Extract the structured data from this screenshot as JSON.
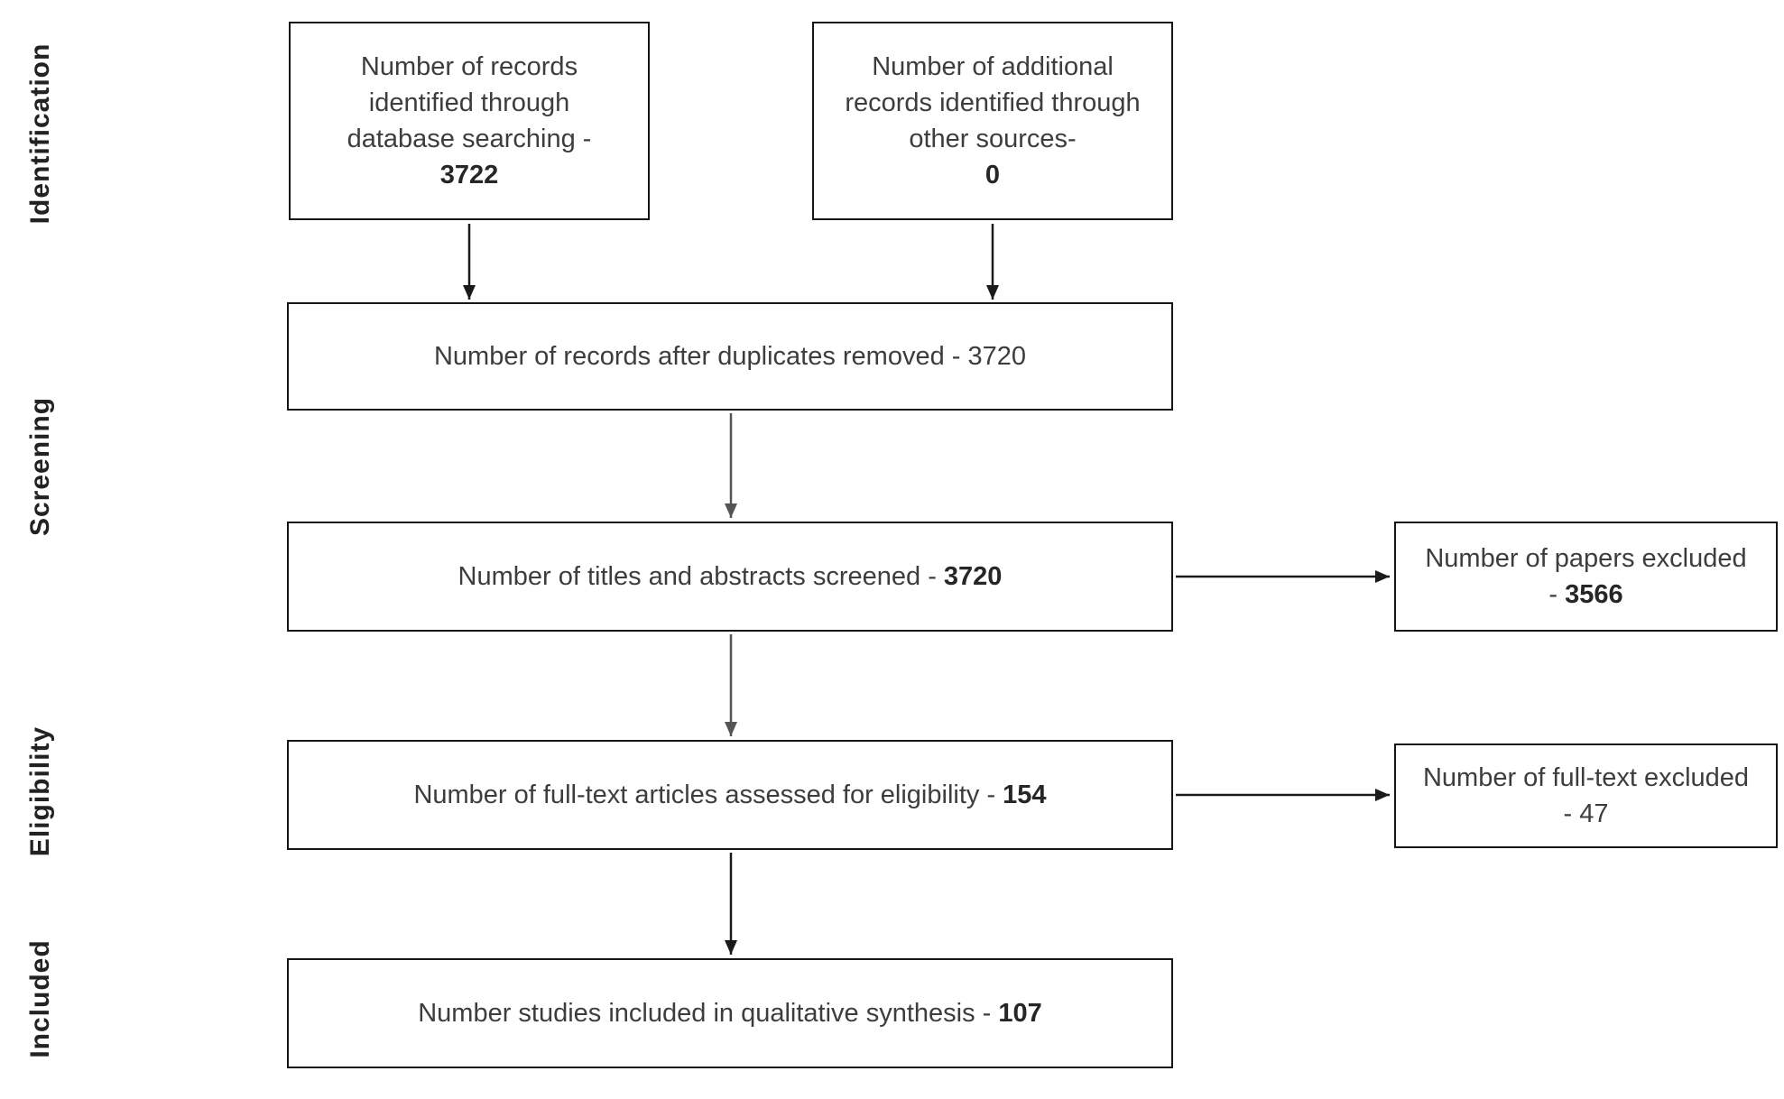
{
  "stages": {
    "identification": "Identification",
    "screening": "Screening",
    "eligibility": "Eligibility",
    "included": "Included"
  },
  "nodes": {
    "db_search": {
      "text": "Number of records identified through database searching -",
      "value": "3722"
    },
    "other_sources": {
      "text": "Number of additional records identified through other sources-",
      "value": "0"
    },
    "duplicates_removed": {
      "text": "Number of records after duplicates removed -",
      "value": "3720"
    },
    "screened": {
      "text": "Number of titles and abstracts screened -",
      "value": "3720"
    },
    "papers_excluded": {
      "text": "Number of papers excluded -",
      "value": "3566"
    },
    "fulltext_assessed": {
      "text": "Number of full-text articles assessed for eligibility -",
      "value": "154"
    },
    "fulltext_excluded": {
      "text": "Number of full-text excluded -",
      "value": "47"
    },
    "included_qualitative": {
      "text": "Number studies included in qualitative synthesis -",
      "value": "107"
    }
  },
  "colors": {
    "border": "#161616",
    "text": "#3d3d3d",
    "value_text": "#262626",
    "background": "#ffffff"
  }
}
